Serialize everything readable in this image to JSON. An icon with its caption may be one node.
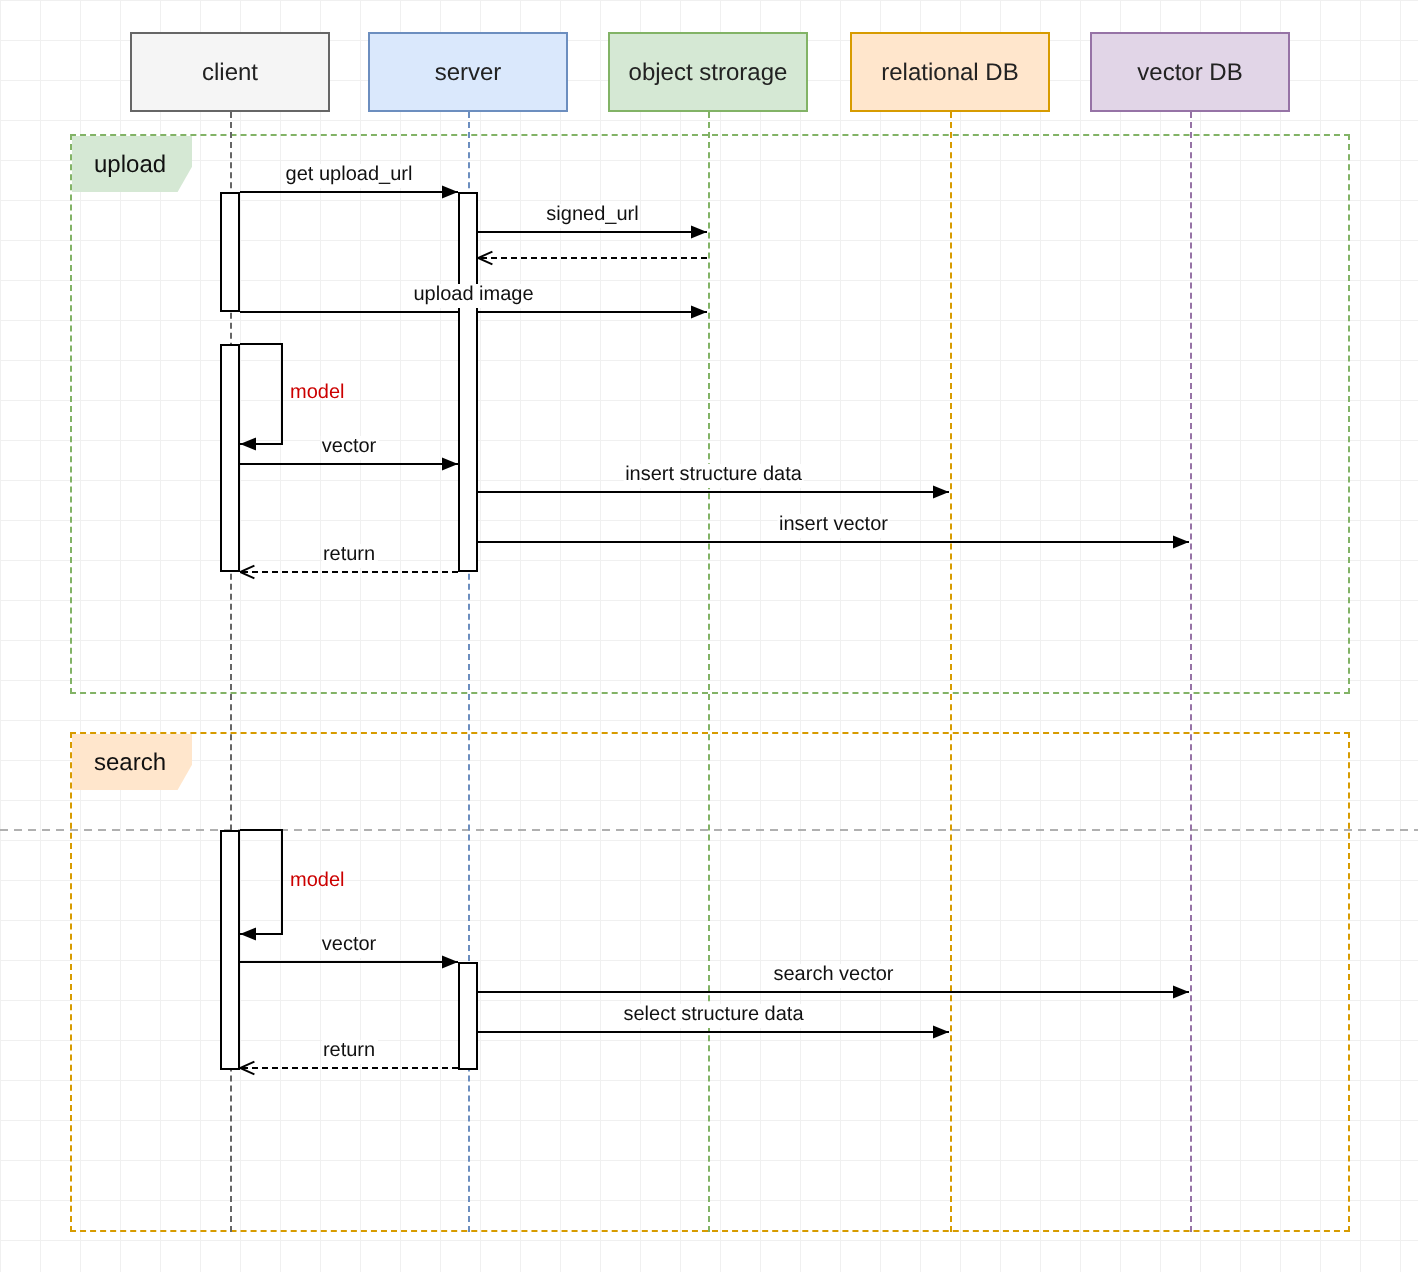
{
  "diagram": {
    "nodes": [
      {
        "text": [
          "client"
        ]
      },
      {
        "text": [
          "server"
        ]
      },
      {
        "text": [
          "object strorage"
        ]
      },
      {
        "text": [
          "relational DB"
        ]
      },
      {
        "text": [
          "vector DB"
        ]
      },
      {
        "text": [
          "upload"
        ]
      },
      {
        "text": [],
        "shape": "bar",
        "in": 5
      },
      {
        "text": [],
        "shape": "bar",
        "in": 5
      },
      {
        "text": [],
        "shape": "bar",
        "in": 5
      },
      {
        "text": [
          "search"
        ]
      },
      {
        "text": [],
        "shape": "bar",
        "in": 9
      },
      {
        "text": [],
        "shape": "bar",
        "in": 9
      },
      {
        "text": [],
        "shape": "lifeline"
      },
      {
        "text": [],
        "shape": "lifeline"
      },
      {
        "text": [],
        "shape": "lifeline"
      },
      {
        "text": [],
        "shape": "lifeline"
      },
      {
        "text": [],
        "shape": "lifeline"
      }
    ],
    "edges": [
      {
        "from": 6,
        "to": 7,
        "arrow": "to",
        "label": "get upload_url"
      },
      {
        "from": 7,
        "to": 14,
        "arrow": "to",
        "label": "signed_url"
      },
      {
        "from": 14,
        "to": 7,
        "arrow": "to",
        "style": "dashed"
      },
      {
        "from": 6,
        "to": 14,
        "arrow": "to",
        "label": "upload image"
      },
      {
        "from": 8,
        "to": 8,
        "arrow": "to",
        "label": "model"
      },
      {
        "from": 8,
        "to": 7,
        "arrow": "to",
        "label": "vector"
      },
      {
        "from": 7,
        "to": 15,
        "arrow": "to",
        "label": "insert structure data"
      },
      {
        "from": 7,
        "to": 16,
        "arrow": "to",
        "label": "insert vector"
      },
      {
        "from": 7,
        "to": 8,
        "arrow": "to",
        "label": "return",
        "style": "dashed"
      },
      {
        "from": 10,
        "to": 10,
        "arrow": "to",
        "label": "model"
      },
      {
        "from": 10,
        "to": 11,
        "arrow": "to",
        "label": "vector"
      },
      {
        "from": 11,
        "to": 16,
        "arrow": "to",
        "label": "search vector"
      },
      {
        "from": 11,
        "to": 15,
        "arrow": "to",
        "label": "select structure data"
      },
      {
        "from": 11,
        "to": 10,
        "arrow": "to",
        "label": "return",
        "style": "dashed"
      }
    ]
  }
}
